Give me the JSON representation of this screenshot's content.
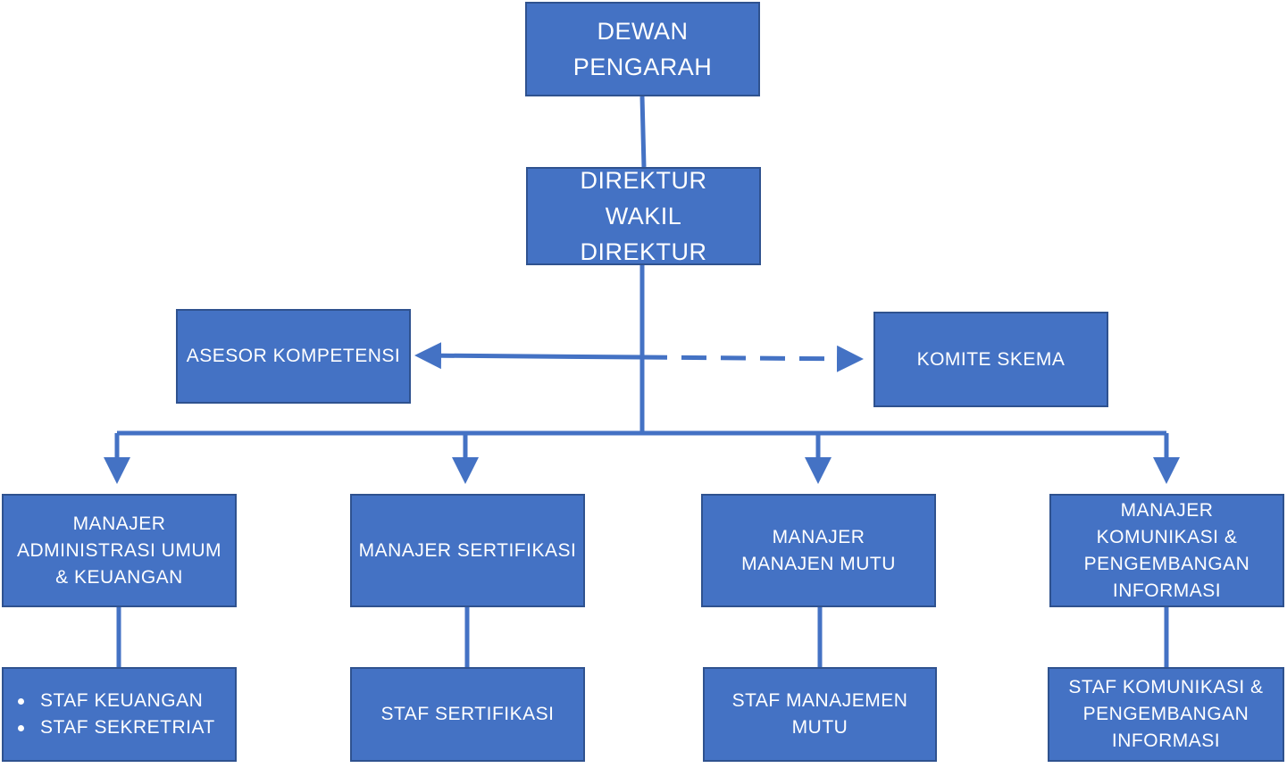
{
  "colors": {
    "box_fill": "#4472c4",
    "box_border": "#2f528f",
    "connector": "#4472c4",
    "text": "#ffffff"
  },
  "top": {
    "dewan_pengarah": [
      "DEWAN",
      "PENGARAH"
    ]
  },
  "direktur": [
    "DIREKTUR",
    "WAKIL",
    "DIREKTUR"
  ],
  "side": {
    "asesor": "ASESOR KOMPETENSI",
    "komite": "KOMITE SKEMA"
  },
  "managers": {
    "admin": [
      "MANAJER",
      "ADMINISTRASI UMUM",
      "& KEUANGAN"
    ],
    "sertifikasi": [
      "MANAJER SERTIFIKASI"
    ],
    "mutu": [
      "MANAJER",
      "MANAJEN MUTU"
    ],
    "komunikasi": [
      "MANAJER",
      "KOMUNIKASI &",
      "PENGEMBANGAN",
      "INFORMASI"
    ]
  },
  "staff": {
    "admin": [
      "STAF KEUANGAN",
      "STAF SEKRETRIAT"
    ],
    "sertifikasi": [
      "STAF SERTIFIKASI"
    ],
    "mutu": [
      "STAF MANAJEMEN",
      "MUTU"
    ],
    "komunikasi": [
      "STAF KOMUNIKASI &",
      "PENGEMBANGAN",
      "INFORMASI"
    ]
  }
}
